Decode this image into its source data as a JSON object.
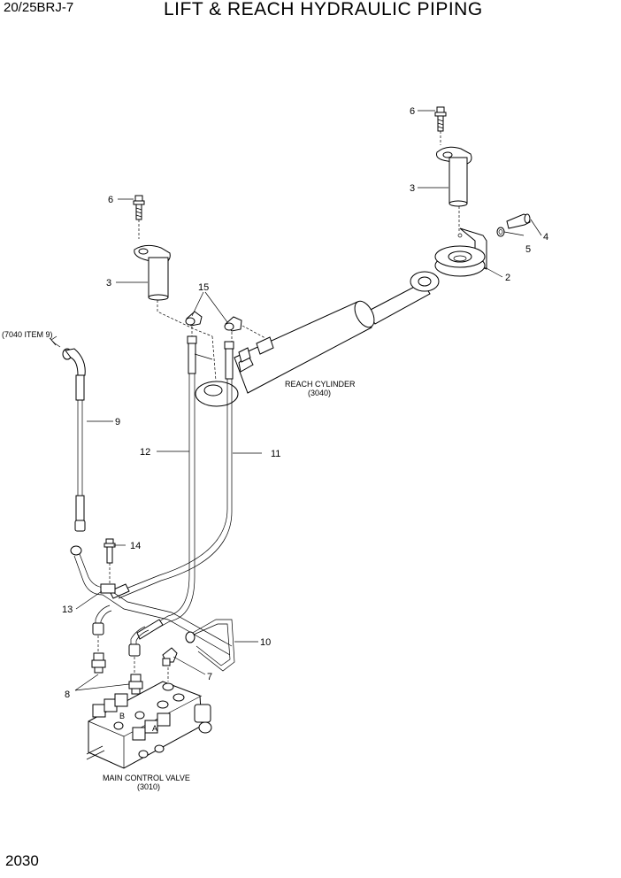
{
  "header": {
    "model": "20/25BRJ-7",
    "title": "LIFT & REACH HYDRAULIC PIPING"
  },
  "footer": {
    "page_number": "2030"
  },
  "callouts": {
    "c1": "2",
    "c2": "3",
    "c3": "3",
    "c4": "4",
    "c5": "5",
    "c6": "6",
    "c7": "6",
    "c8": "7",
    "c9": "8",
    "c10": "9",
    "c11": "10",
    "c12": "11",
    "c13": "12",
    "c14": "13",
    "c15": "14",
    "c16": "15"
  },
  "labels": {
    "reach_cylinder": "REACH CYLINDER",
    "reach_cylinder_ref": "(3040)",
    "main_control_valve": "MAIN CONTROL VALVE",
    "main_control_valve_ref": "(3010)",
    "ref_7040": "(7040 ITEM 9)",
    "port_a": "A",
    "port_b": "B"
  }
}
